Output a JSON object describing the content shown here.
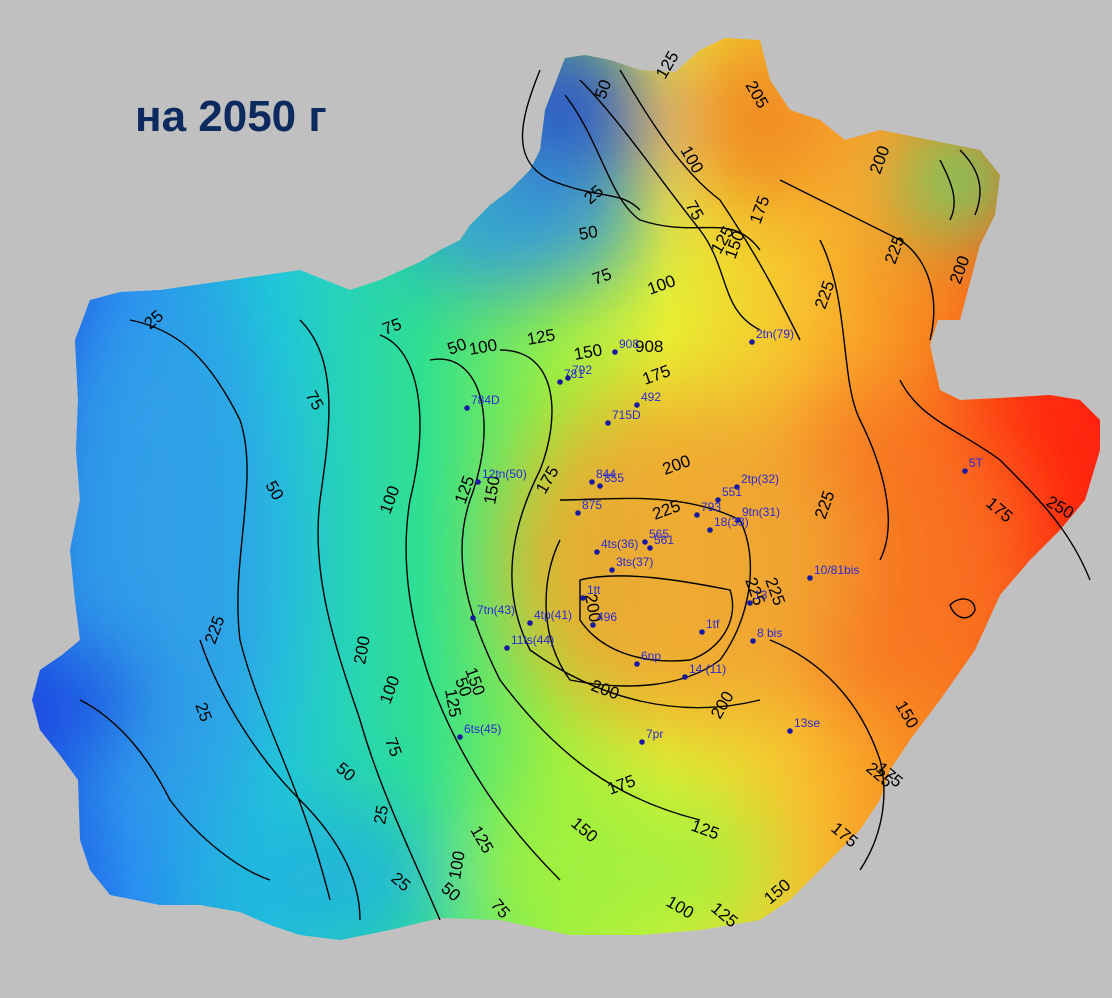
{
  "title": "на 2050 г",
  "colors": {
    "background": "#c0c0c0",
    "title": "#0d2a5e",
    "well_marker": "#1a1aa0",
    "well_label": "#2a2ad0",
    "scale_low": "#1a40e0",
    "scale_high": "#ff2010"
  },
  "contour_levels": [
    "25",
    "50",
    "75",
    "100",
    "125",
    "150",
    "175",
    "200",
    "225",
    "250"
  ],
  "contour_labels": [
    "125",
    "205",
    "50",
    "100",
    "25",
    "75",
    "175",
    "50",
    "200",
    "125",
    "225",
    "75",
    "150",
    "100",
    "225",
    "25",
    "75",
    "125",
    "50",
    "100",
    "150",
    "908",
    "175",
    "75",
    "200",
    "225",
    "125",
    "50",
    "150",
    "175",
    "200",
    "225",
    "100",
    "225",
    "175",
    "200",
    "250",
    "225",
    "200",
    "125",
    "150",
    "225",
    "50",
    "75",
    "150",
    "175",
    "225",
    "200",
    "25",
    "100",
    "175",
    "125",
    "150",
    "200",
    "175",
    "50",
    "25",
    "100",
    "125",
    "150",
    "25",
    "50",
    "75",
    "100",
    "125"
  ],
  "wells": [
    "2tn(79)",
    "908",
    "781",
    "792",
    "784D",
    "492",
    "715D",
    "12tn(50)",
    "844",
    "855",
    "2tp(32)",
    "551",
    "793",
    "875",
    "9tn(31)",
    "18(33)",
    "4ts(36)",
    "565",
    "561",
    "3ts(37)",
    "10/81bis",
    "1tt",
    "7tn(43)",
    "4tp(41)",
    "496",
    "1tf",
    "8 bis",
    "11ts(44)",
    "6np",
    "14 (11)",
    "5T",
    "6ts(45)",
    "7pr",
    "13se",
    "13"
  ]
}
